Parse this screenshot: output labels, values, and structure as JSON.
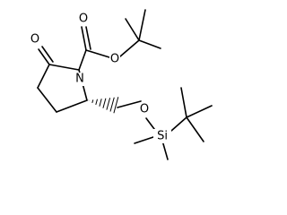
{
  "atoms": {
    "o_keto": "O",
    "n": "N",
    "o_carbonyl": "O",
    "o_ester": "O",
    "o_ether": "O",
    "si": "Si"
  }
}
